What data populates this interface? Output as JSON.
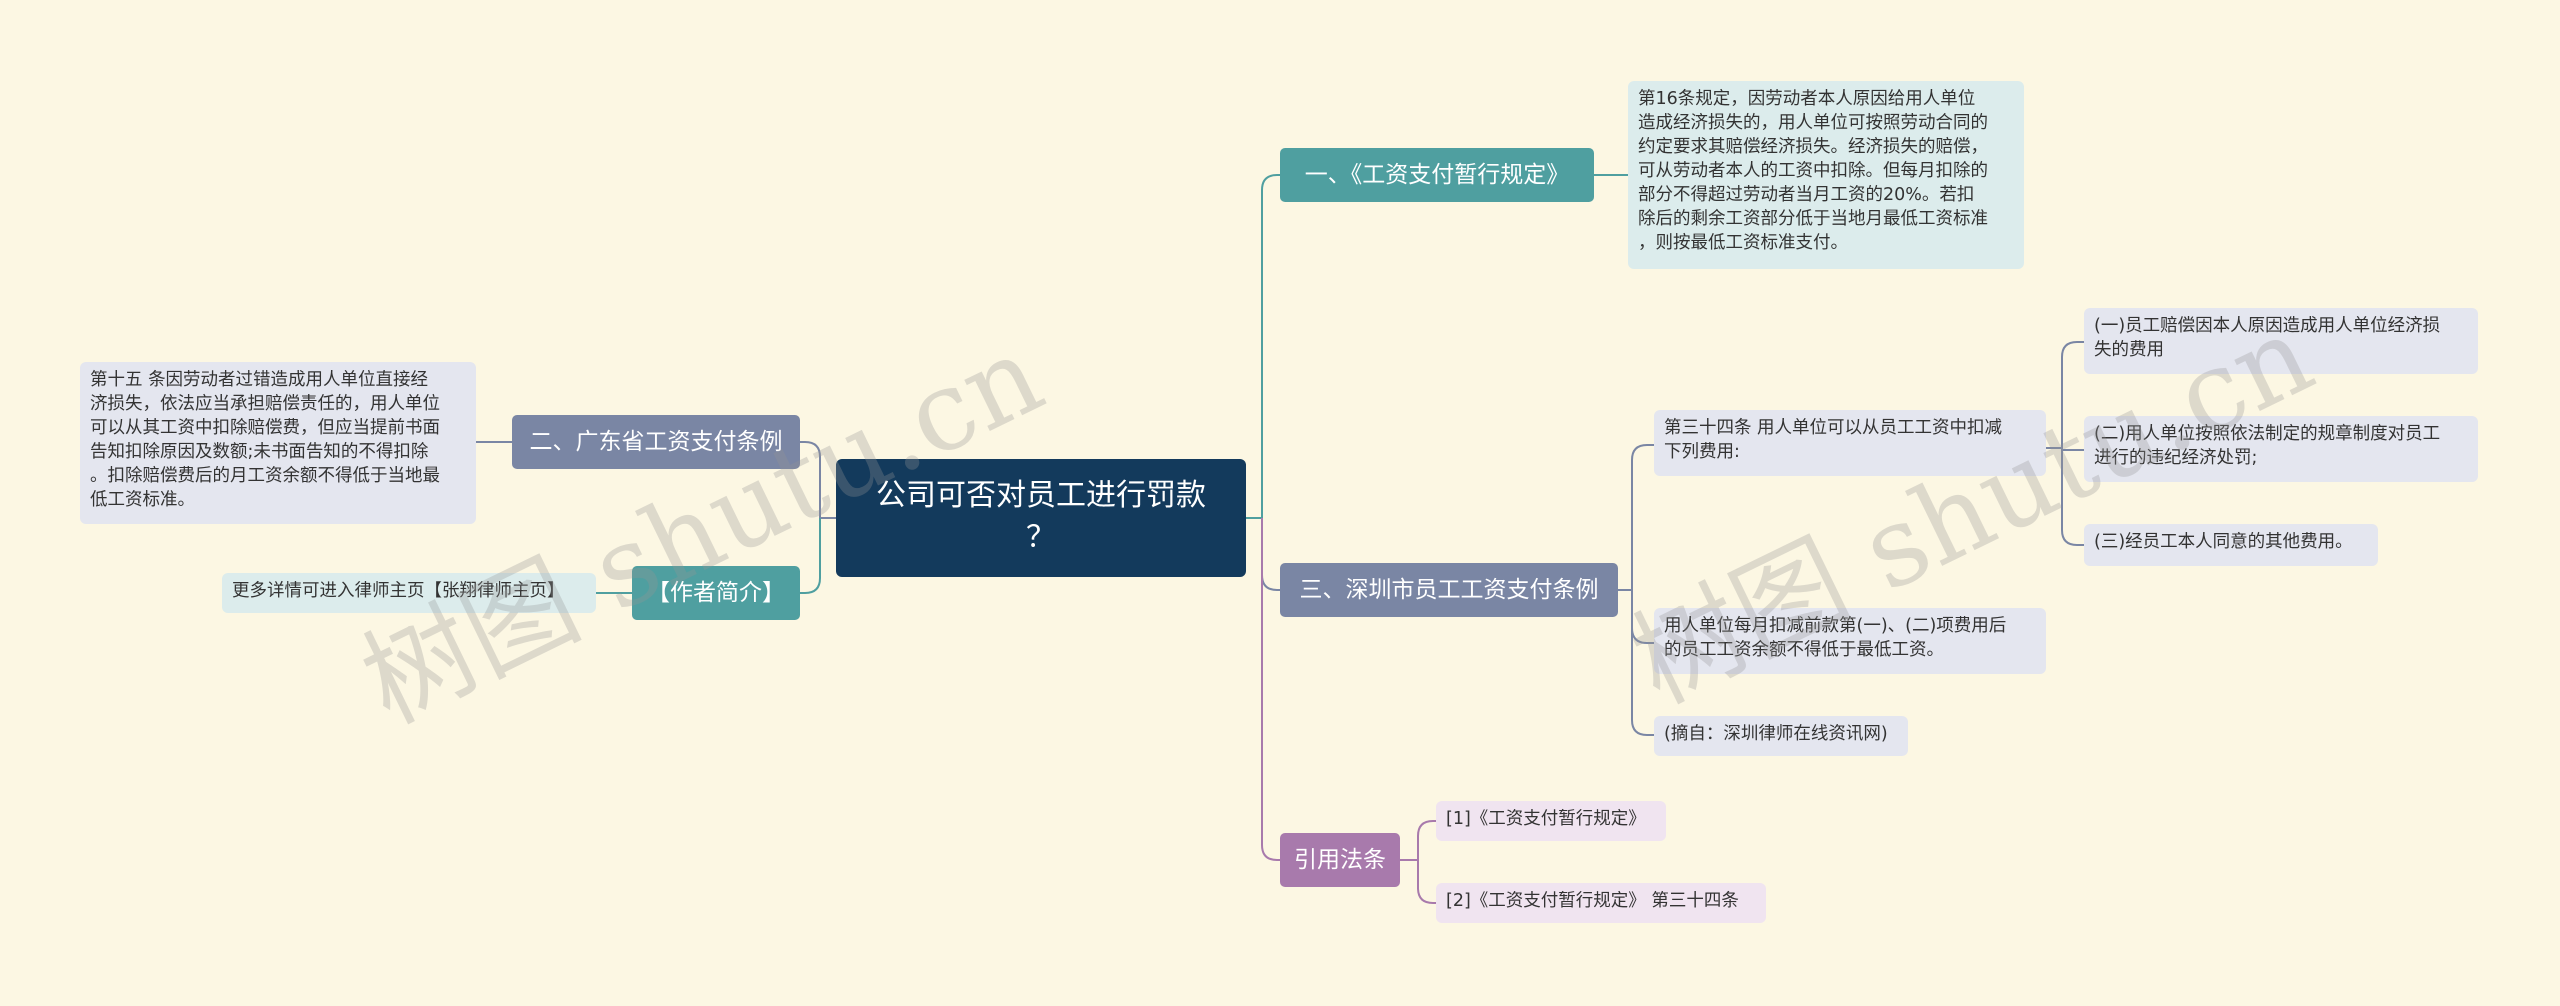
{
  "root": {
    "title": "公司可否对员工进行罚款\n？"
  },
  "branches": {
    "b1": {
      "label": "一、《工资支付暂行规定》",
      "detail": "第16条规定，因劳动者本人原因给用人单位\n造成经济损失的，用人单位可按照劳动合同的\n约定要求其赔偿经济损失。经济损失的赔偿，\n可从劳动者本人的工资中扣除。但每月扣除的\n部分不得超过劳动者当月工资的20%。若扣\n除后的剩余工资部分低于当地月最低工资标准\n，则按最低工资标准支付。"
    },
    "b2": {
      "label": "二、广东省工资支付条例",
      "detail": "第十五 条因劳动者过错造成用人单位直接经\n济损失，依法应当承担赔偿责任的，用人单位\n可以从其工资中扣除赔偿费，但应当提前书面\n告知扣除原因及数额;未书面告知的不得扣除\n。扣除赔偿费后的月工资余额不得低于当地最\n低工资标准。"
    },
    "b3": {
      "label": "【作者简介】",
      "detail": "更多详情可进入律师主页【张翔律师主页】"
    },
    "b4": {
      "label": "三、深圳市员工工资支付条例",
      "sub1": "第三十四条 用人单位可以从员工工资中扣减\n下列费用:",
      "sub1_items": [
        "(一)员工赔偿因本人原因造成用人单位经济损\n失的费用",
        "(二)用人单位按照依法制定的规章制度对员工\n进行的违纪经济处罚;",
        "(三)经员工本人同意的其他费用。"
      ],
      "sub2": "用人单位每月扣减前款第(一)、(二)项费用后\n的员工工资余额不得低于最低工资。",
      "sub3": "(摘自：深圳律师在线资讯网)"
    },
    "b5": {
      "label": "引用法条",
      "items": [
        "[1]《工资支付暂行规定》",
        "[2]《工资支付暂行规定》 第三十四条"
      ]
    }
  },
  "watermark": "树图 shutu.cn",
  "colors": {
    "background": "#fcf7e3",
    "root": "#133a5c",
    "teal": "#4f9fa0",
    "slate": "#7a86a4",
    "purple": "#a87aac"
  }
}
